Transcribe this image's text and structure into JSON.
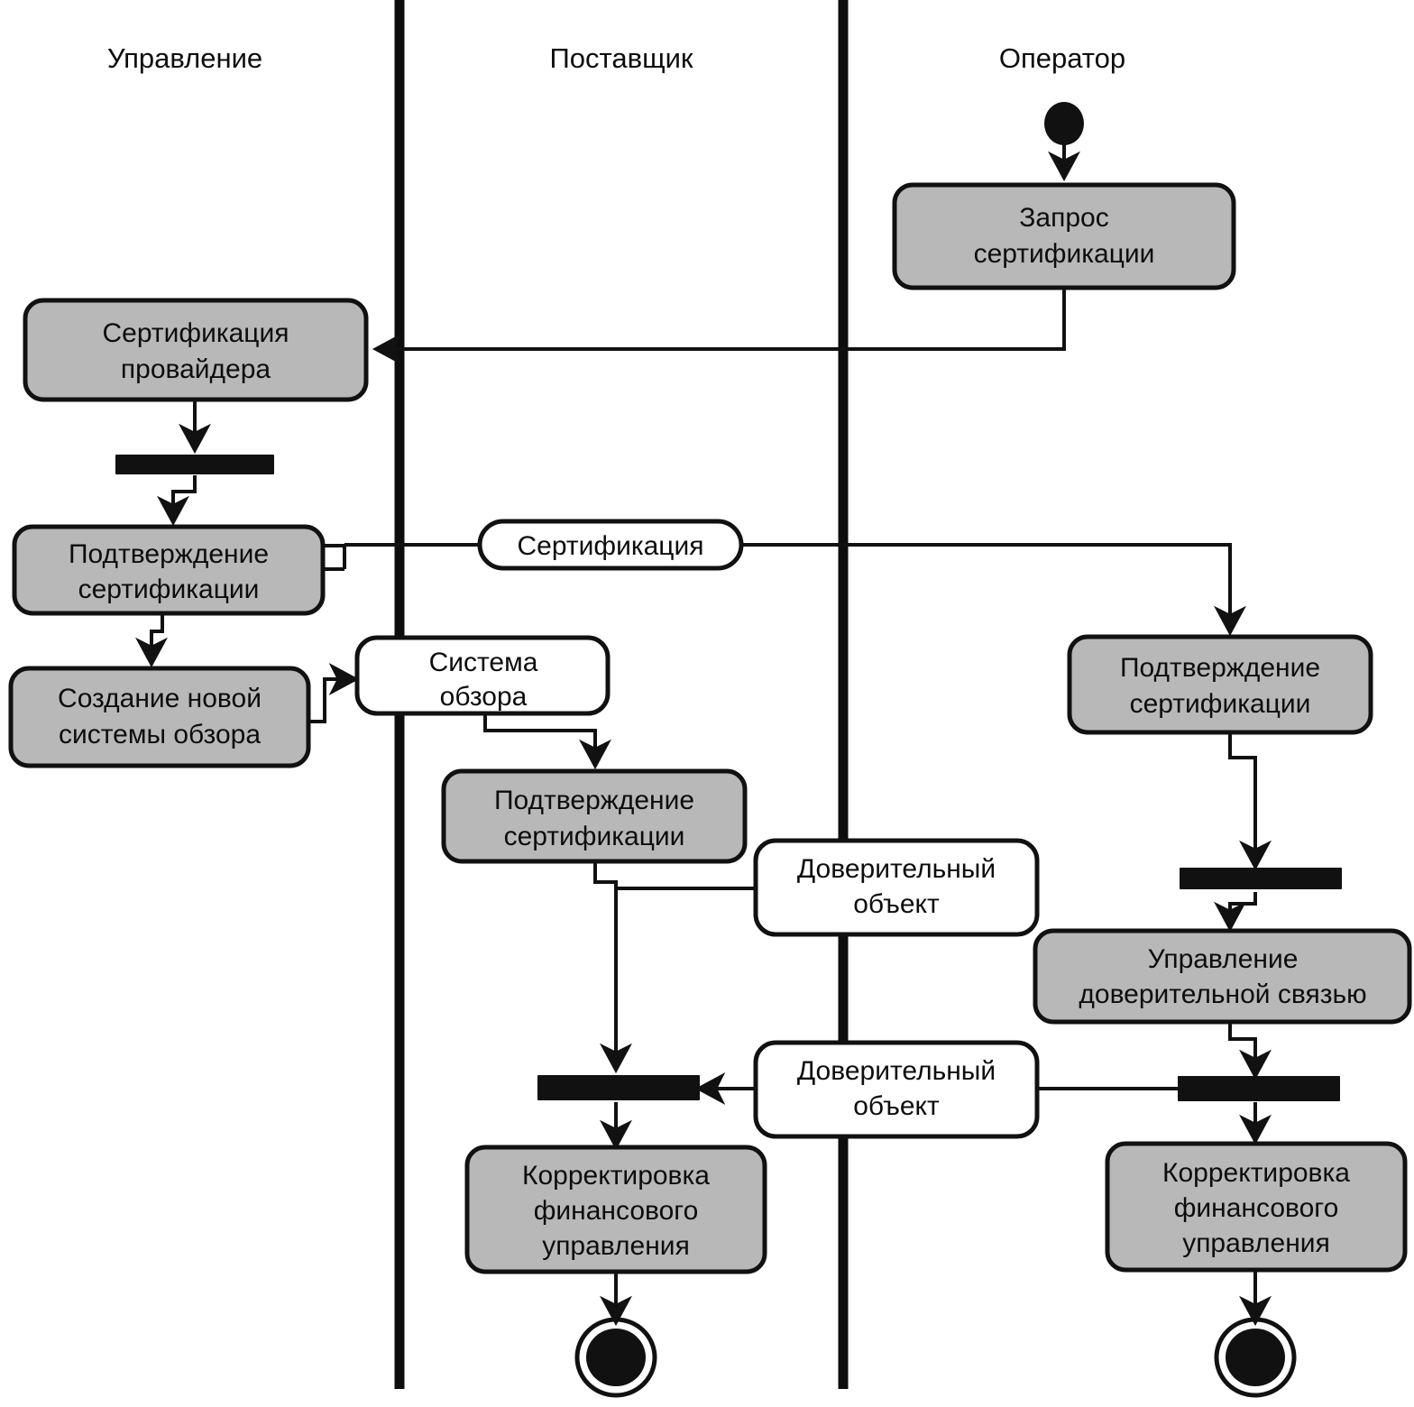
{
  "diagram": {
    "type": "uml-activity-diagram",
    "title": "",
    "colors": {
      "action_fill": "#b8b8b8",
      "object_fill": "#ffffff",
      "stroke": "#111111",
      "background": "#ffffff"
    },
    "lanes": [
      {
        "id": "lane-management",
        "label": "Управление"
      },
      {
        "id": "lane-supplier",
        "label": "Поставщик"
      },
      {
        "id": "lane-operator",
        "label": "Оператор"
      }
    ],
    "nodes": {
      "start_operator": {
        "kind": "initial-node",
        "label": ""
      },
      "request_certification": {
        "kind": "action",
        "label_line1": "Запрос",
        "label_line2": "сертификации"
      },
      "provider_certification": {
        "kind": "action",
        "label_line1": "Сертификация",
        "label_line2": "провайдера"
      },
      "confirm_certification_mgmt": {
        "kind": "action",
        "label_line1": "Подтверждение",
        "label_line2": "сертификации"
      },
      "create_review_system": {
        "kind": "action",
        "label_line1": "Создание новой",
        "label_line2": "системы обзора"
      },
      "certification_signal": {
        "kind": "signal",
        "label": "Сертификация"
      },
      "review_system_object": {
        "kind": "object",
        "label_line1": "Система",
        "label_line2": "обзора"
      },
      "confirm_certification_supplier": {
        "kind": "action",
        "label_line1": "Подтверждение",
        "label_line2": "сертификации"
      },
      "confirm_certification_operator": {
        "kind": "action",
        "label_line1": "Подтверждение",
        "label_line2": "сертификации"
      },
      "trust_object_upper": {
        "kind": "object",
        "label_line1": "Доверительный",
        "label_line2": "объект"
      },
      "trust_object_lower": {
        "kind": "object",
        "label_line1": "Доверительный",
        "label_line2": "объект"
      },
      "trust_link_management": {
        "kind": "action",
        "label_line1": "Управление",
        "label_line2": "доверительной связью"
      },
      "financial_adjust_supplier": {
        "kind": "action",
        "label_line1": "Корректировка",
        "label_line2": "финансового",
        "label_line3": "управления"
      },
      "financial_adjust_operator": {
        "kind": "action",
        "label_line1": "Корректировка",
        "label_line2": "финансового",
        "label_line3": "управления"
      },
      "end_supplier": {
        "kind": "final-node",
        "label": ""
      },
      "end_operator": {
        "kind": "final-node",
        "label": ""
      },
      "bar_management_1": {
        "kind": "sync-bar",
        "label": ""
      },
      "bar_operator_1": {
        "kind": "sync-bar",
        "label": ""
      },
      "bar_supplier_1": {
        "kind": "sync-bar",
        "label": ""
      },
      "bar_operator_2": {
        "kind": "sync-bar",
        "label": ""
      }
    }
  }
}
